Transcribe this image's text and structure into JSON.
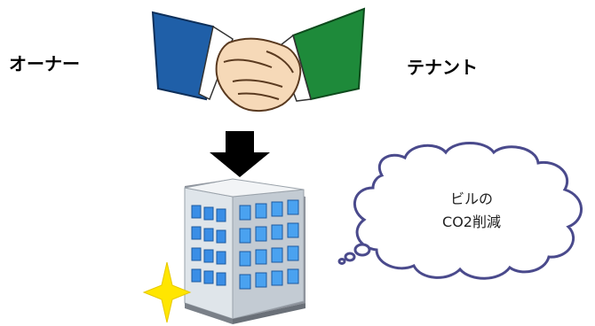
{
  "labels": {
    "owner": "オーナー",
    "tenant": "テナント"
  },
  "thought_bubble": {
    "line1": "ビルの",
    "line2": "CO2削減"
  },
  "icons": [
    "handshake-icon",
    "down-arrow-icon",
    "office-building-icon",
    "sparkle-icon",
    "thought-cloud-icon"
  ],
  "colors": {
    "owner_sleeve": "#1f5fa8",
    "tenant_sleeve": "#1e8a3a",
    "skin": "#f6d9b8",
    "arrow": "#000000",
    "cloud_stroke": "#4a4a8c",
    "sparkle": "#ffe600",
    "window_blue": "#3a8ee6"
  }
}
